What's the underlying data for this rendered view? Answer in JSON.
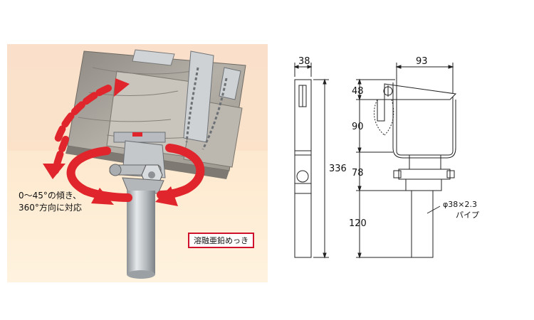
{
  "photo": {
    "caption_line1": "0～45°の傾き、",
    "caption_line2": "360°方向に対応",
    "badge": "溶融亜鉛めっき"
  },
  "side_view": {
    "width_label": "38",
    "height_label": "336"
  },
  "front_view": {
    "width_label": "93",
    "dim_48": "48",
    "dim_90": "90",
    "dim_78": "78",
    "dim_120": "120",
    "pipe_spec": "φ38×2.3",
    "pipe_word": "パイプ"
  },
  "colors": {
    "arrow_red": "#e0252c",
    "wood": "#a8a39a",
    "steel": "#c8ccd0",
    "badge_border": "#d0122c"
  }
}
